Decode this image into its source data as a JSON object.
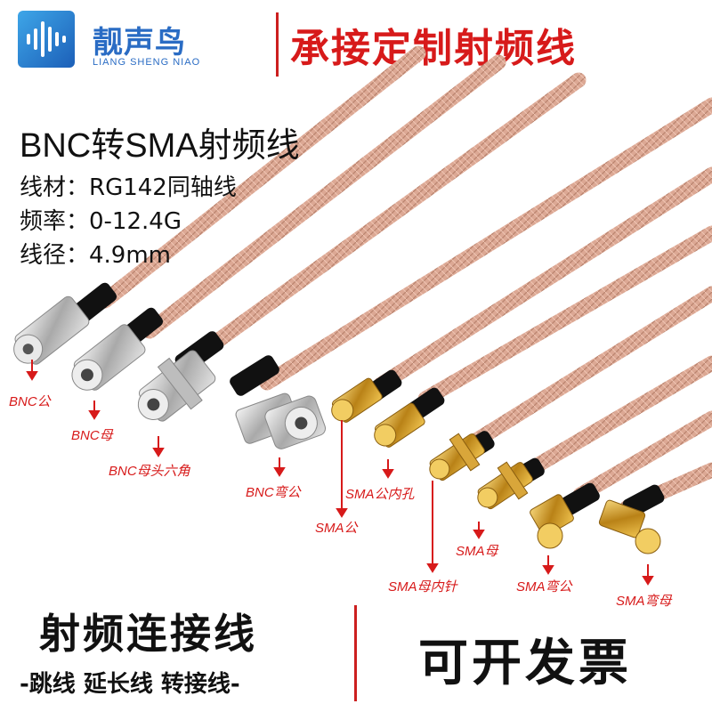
{
  "header": {
    "brand_name": "靓声鸟",
    "brand_sub": "LIANG SHENG NIAO",
    "slogan": "承接定制射频线"
  },
  "specs": {
    "title": "BNC转SMA射频线",
    "lines": [
      "线材：RG142同轴线",
      "频率：0-12.4G",
      "线径：4.9mm"
    ]
  },
  "connectors": [
    {
      "label": "BNC公"
    },
    {
      "label": "BNC母"
    },
    {
      "label": "BNC母头六角"
    },
    {
      "label": "BNC弯公"
    },
    {
      "label": "SMA公"
    },
    {
      "label": "SMA公内孔"
    },
    {
      "label": "SMA母"
    },
    {
      "label": "SMA母内针"
    },
    {
      "label": "SMA弯公"
    },
    {
      "label": "SMA弯母"
    }
  ],
  "footer": {
    "left_main": "射频连接线",
    "left_sub": "-跳线 延长线 转接线-",
    "right": "可开发票"
  },
  "colors": {
    "accent_red": "#d71a1a",
    "brand_blue": "#2a6cc4",
    "cable": "#d9a58f",
    "boot": "#111111",
    "nickel": "#c8c8c8",
    "gold": "#d4a32a"
  },
  "icons": {
    "logo": "sound-wave-logo-icon",
    "arrow": "arrow-down-icon"
  }
}
